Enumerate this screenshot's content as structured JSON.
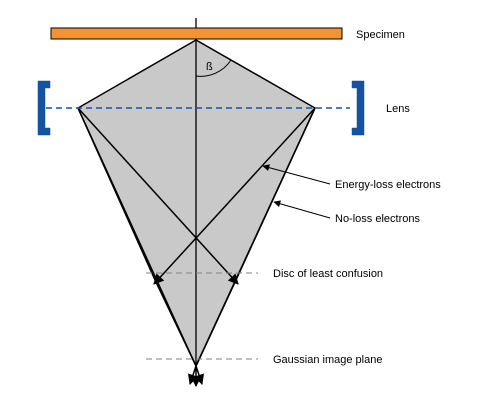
{
  "labels": {
    "specimen": "Specimen",
    "lens": "Lens",
    "energy_loss": "Energy-loss electrons",
    "no_loss": "No-loss electrons",
    "disc": "Disc of least confusion",
    "gaussian": "Gaussian image plane",
    "angle": "ß"
  },
  "colors": {
    "specimen": "#F39433",
    "lens": "#1553A0",
    "cone_fill": "#C9C9C9",
    "lens_axis": "#1553A0",
    "plane_lines": "#808080"
  }
}
